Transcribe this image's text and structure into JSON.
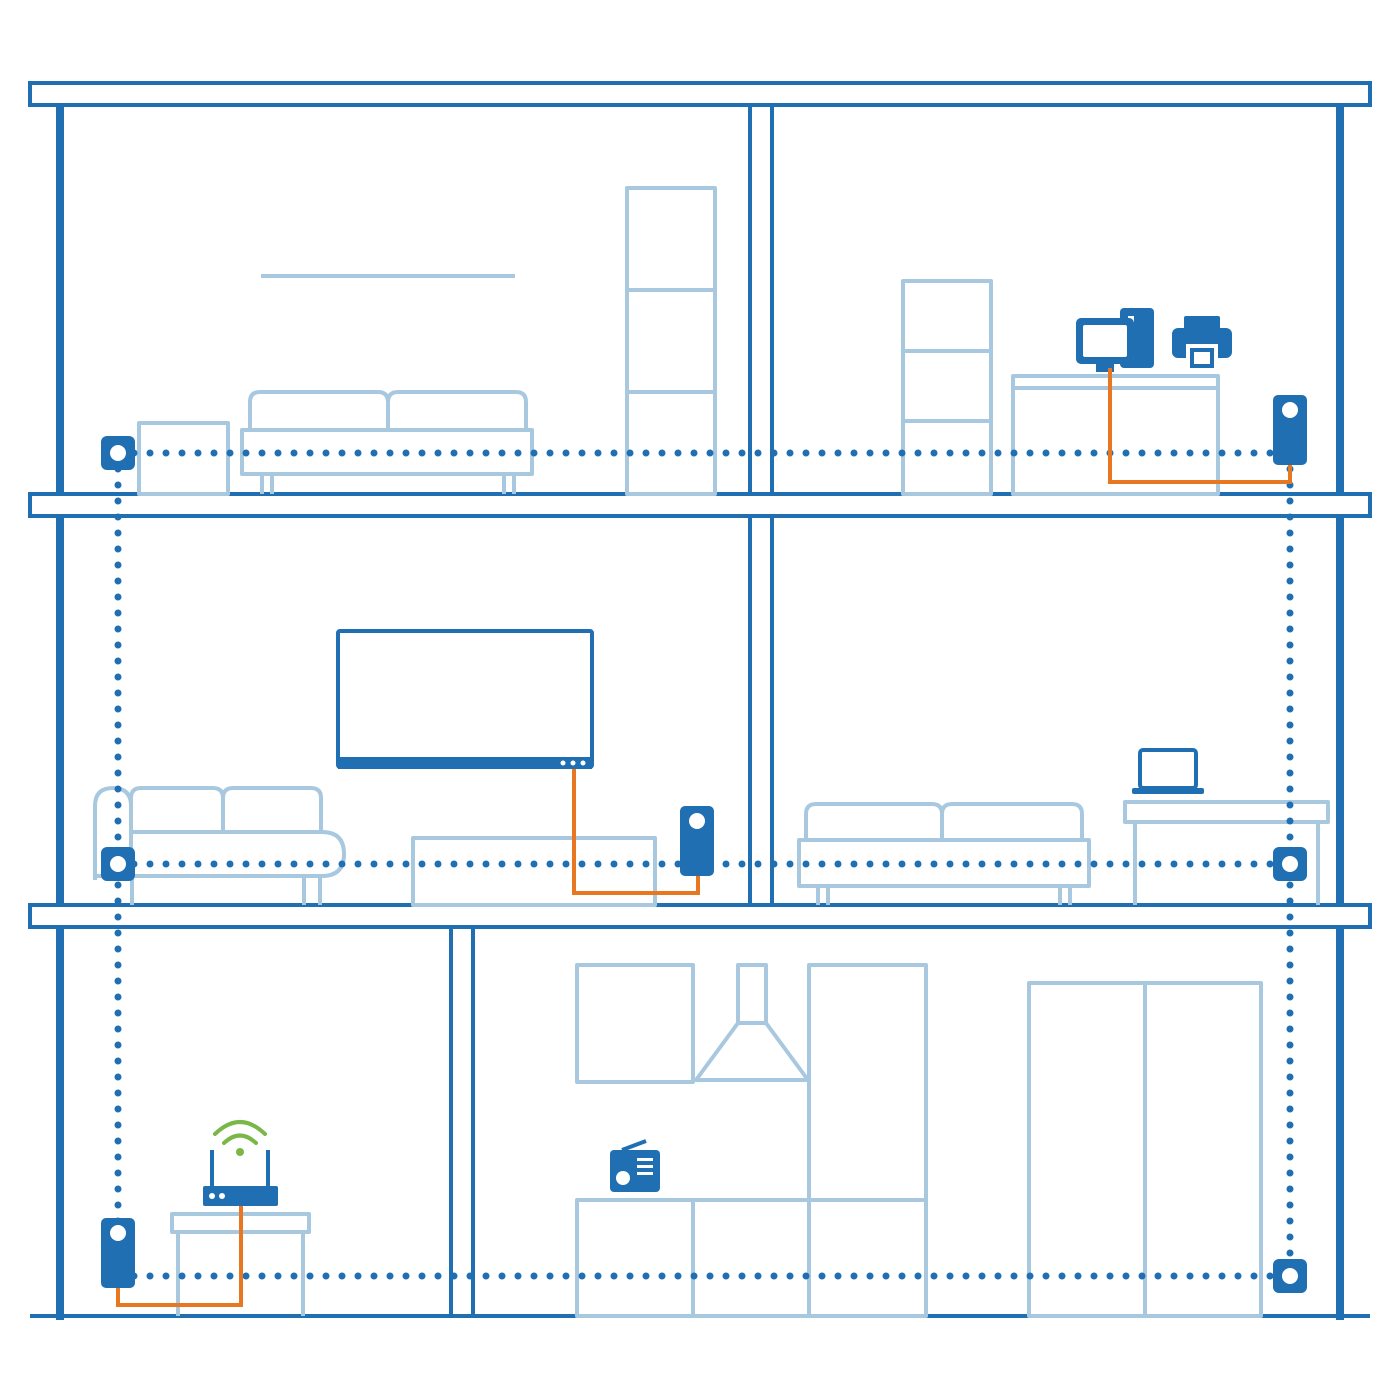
{
  "colors": {
    "structure": "#1f6fb2",
    "furniture": "#a8c8e0",
    "powerline": "#1f6fb2",
    "cable": "#e87722",
    "wifi": "#7ab648",
    "background": "#ffffff"
  },
  "floors": [
    {
      "name": "top-floor",
      "rooms": [
        "living-room",
        "home-office"
      ]
    },
    {
      "name": "middle-floor",
      "rooms": [
        "tv-room",
        "bedroom"
      ]
    },
    {
      "name": "ground-floor",
      "rooms": [
        "entrance",
        "kitchen"
      ]
    }
  ],
  "devices": [
    "powerline-adapter",
    "wall-socket",
    "computer-icon",
    "printer-icon",
    "tv-icon",
    "laptop-icon",
    "router-icon",
    "wifi-icon",
    "radio-icon"
  ]
}
